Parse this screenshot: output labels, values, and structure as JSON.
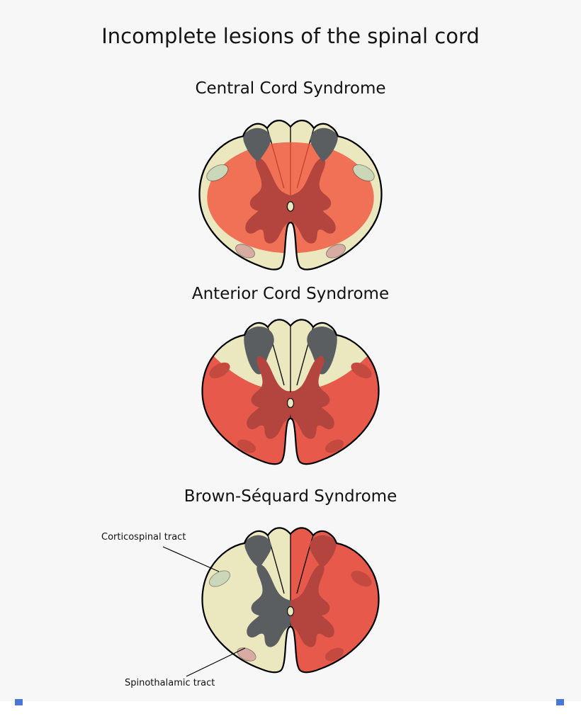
{
  "title": "Incomplete lesions of the spinal cord",
  "sections": [
    {
      "heading": "Central Cord Syndrome"
    },
    {
      "heading": "Anterior Cord Syndrome"
    },
    {
      "heading": "Brown-Séquard Syndrome"
    }
  ],
  "labels": {
    "corticospinal": "Corticospinal tract",
    "spinothalamic": "Spinothalamic tract"
  },
  "colors": {
    "background": "#f7f7f7",
    "cream": "#ebe8c0",
    "outline": "#000000",
    "lesion_overlay": "#f3523b",
    "lesion_red": "#e7594a",
    "gray_matter_red": "#b4453e",
    "oval_red": "#c44a40",
    "slate_gray": "#5a5e61",
    "green_oval": "#cbd7b9",
    "pink_oval": "#d7aca2",
    "corner_mark": "#4a77d4"
  }
}
